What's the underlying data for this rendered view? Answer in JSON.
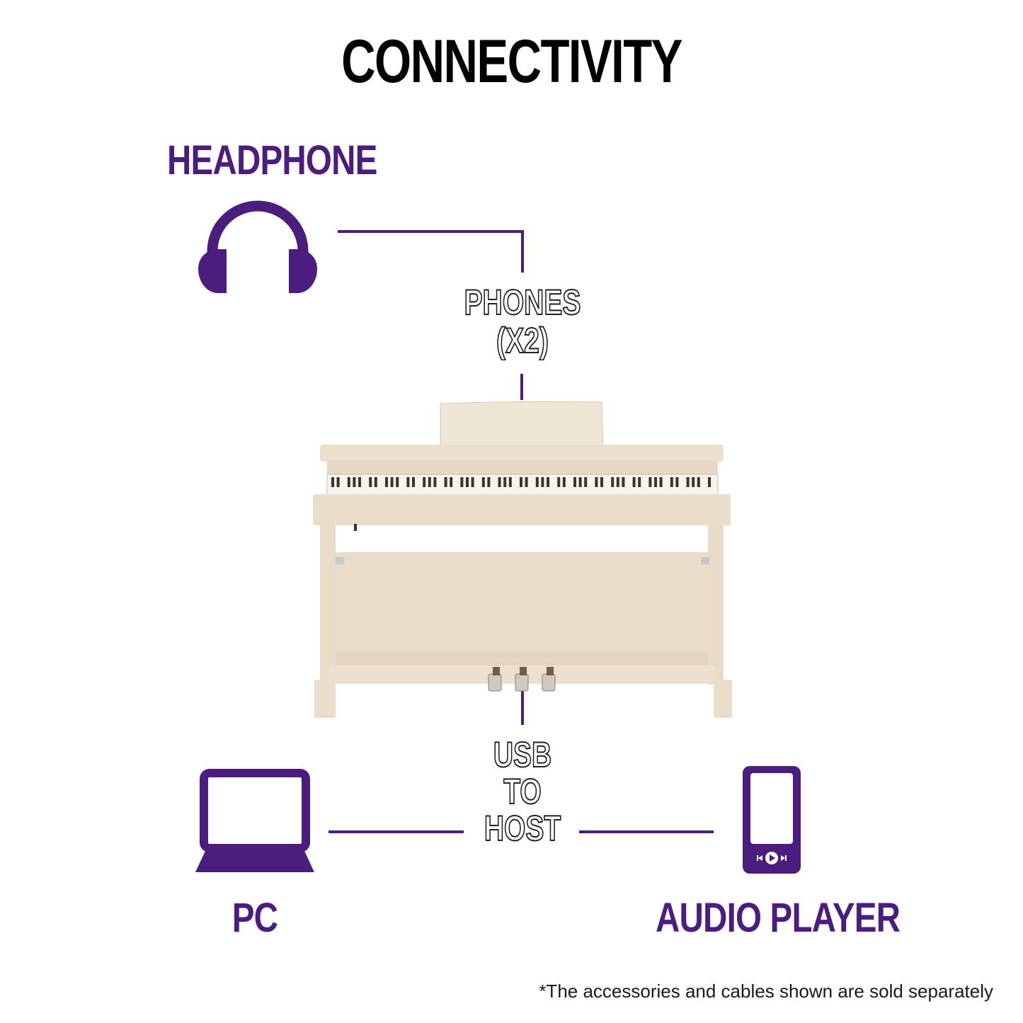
{
  "title": "CONNECTIVITY",
  "labels": {
    "headphone": "HEADPHONE",
    "pc": "PC",
    "audio_player": "AUDIO PLAYER"
  },
  "ports": {
    "phones_line1": "PHONES",
    "phones_line2": "(X2)",
    "usb_line1": "USB",
    "usb_line2": "TO",
    "usb_line3": "HOST"
  },
  "footnote": "*The accessories and cables shown are sold separately",
  "icons": {
    "headphone": "headphones-icon",
    "pc": "laptop-icon",
    "audio_player": "audio-player-icon",
    "piano": "digital-piano-image"
  },
  "colors": {
    "accent": "#4b1d7f",
    "title": "#000000",
    "piano_body": "#ece0cf",
    "outline_text": "#222222"
  }
}
